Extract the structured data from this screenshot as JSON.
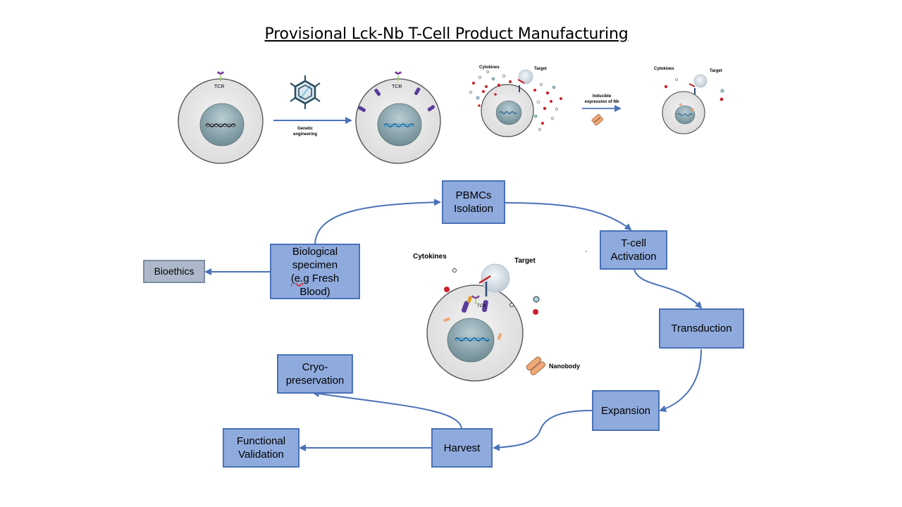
{
  "title": "Provisional Lck-Nb T-Cell Product Manufacturing",
  "top_panel": {
    "tcr_label_1": "TCR",
    "tcr_label_2": "TCR",
    "arrow_label": "Genetic\nengineering",
    "cytokines_1": "Cytokines",
    "target_1": "Target",
    "inducible_label": "Inducible\nexpression of Nb",
    "cytokines_2": "Cytokines",
    "target_2": "Target"
  },
  "center_figure": {
    "cytokines": "Cytokines",
    "target": "Target",
    "tcr": "TCR",
    "nanobody": "Nanobody"
  },
  "process": {
    "pbmcs": "PBMCs\nIsolation",
    "tcell": "T-cell\nActivation",
    "transduction": "Transduction",
    "expansion": "Expansion",
    "harvest": "Harvest",
    "functional": "Functional\nValidation",
    "cryo": "Cryo-\npreservation",
    "bio_line1": "Biological",
    "bio_line2": "specimen",
    "bio_line3_a": "(e.g",
    "bio_line3_b": " Fresh",
    "bio_line4": "Blood)",
    "bioethics": "Bioethics"
  },
  "colors": {
    "box_fill": "#8faadc",
    "box_border": "#4a72b8",
    "gray_box_fill": "#adb9ca",
    "arrow": "#4a72b8",
    "cell_fill": "#e6e6e6",
    "nucleus_fill": "#8fa8b0"
  }
}
